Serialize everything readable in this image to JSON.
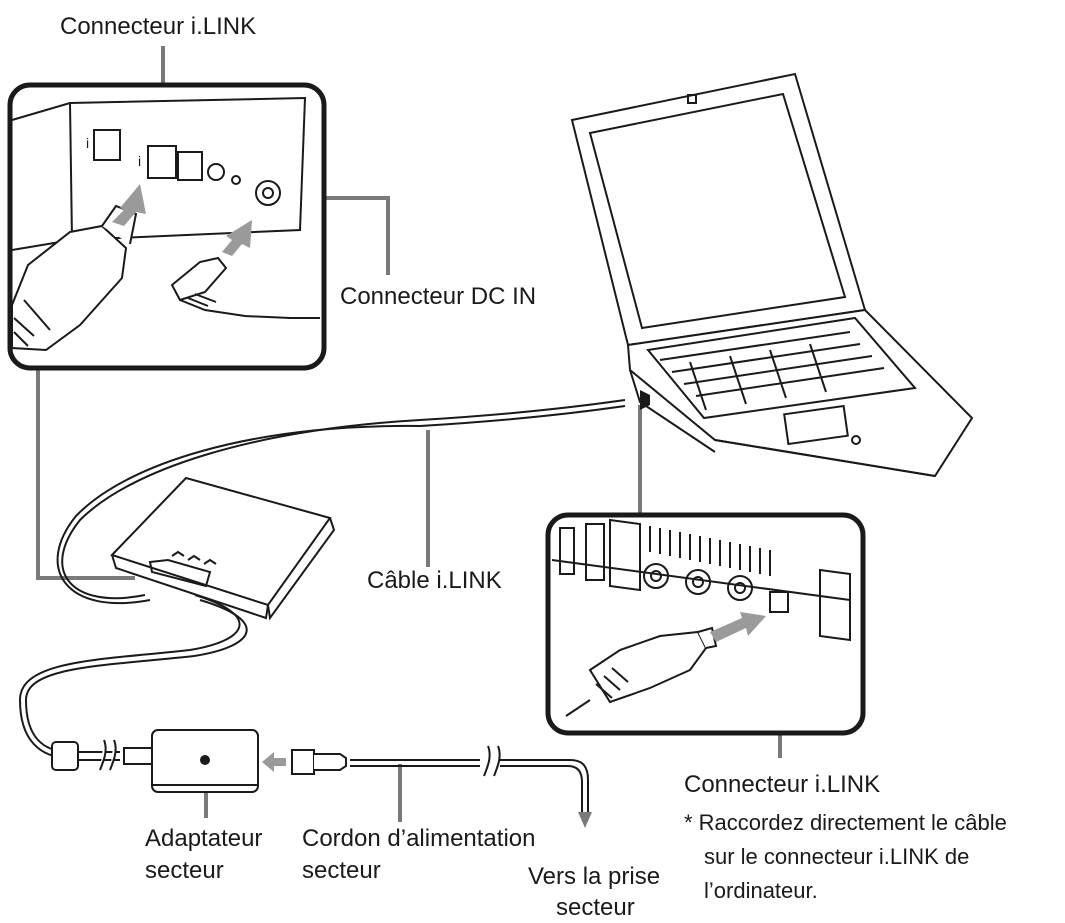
{
  "labels": {
    "top_connector": "Connecteur i.LINK",
    "dc_in": "Connecteur DC IN",
    "cable": "Câble i.LINK",
    "bottom_connector": "Connecteur i.LINK",
    "adapter_line1": "Adaptateur",
    "adapter_line2": "secteur",
    "cord_line1": "Cordon d’alimentation",
    "cord_line2": "secteur",
    "outlet_line1": "Vers la prise",
    "outlet_line2": "secteur"
  },
  "note": {
    "line1": "* Raccordez directement le câble",
    "line2": "sur le connecteur i.LINK de",
    "line3": "l’ordinateur."
  },
  "colors": {
    "ink": "#1a1a1a",
    "leader": "#7a7a7a",
    "arrow": "#9a9a9a",
    "device_fill": "#f4f4f4"
  }
}
